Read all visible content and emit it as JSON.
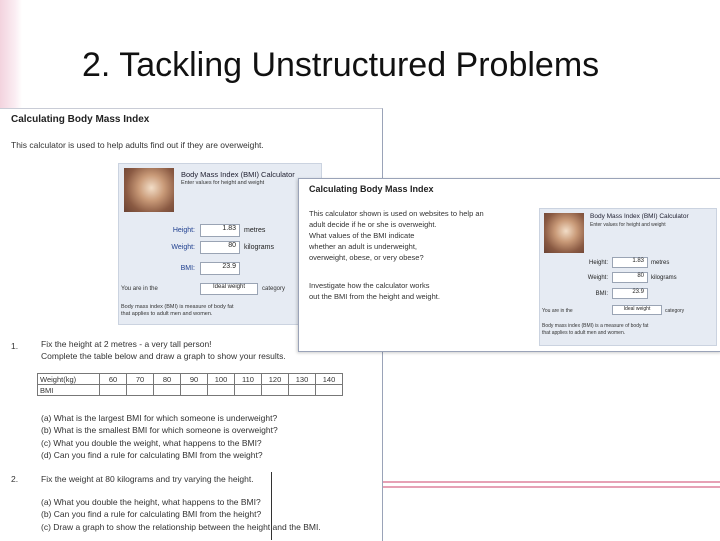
{
  "slide": {
    "title": "2. Tackling Unstructured Problems"
  },
  "worksheet": {
    "heading": "Calculating Body Mass Index",
    "intro": "This calculator is used to help adults find out if they are overweight.",
    "calculator": {
      "title": "Body Mass Index (BMI) Calculator",
      "subtitle": "Enter values for height and weight",
      "height_label": "Height:",
      "height_value": "1.83",
      "height_unit": "metres",
      "weight_label": "Weight:",
      "weight_value": "80",
      "weight_unit": "kilograms",
      "bmi_label": "BMI:",
      "bmi_value": "23.9",
      "category_prefix": "You are in the",
      "category_value": "Ideal weight",
      "category_suffix": "category",
      "note_line1": "Body mass index (BMI) is measure of body fat",
      "note_line2": "that applies to adult men and women."
    },
    "q1": {
      "number": "1.",
      "line1": "Fix the height at 2 metres - a very tall person!",
      "line2": "Complete the table below and draw a graph to show your results.",
      "table_header": "Weight(kg)",
      "table_weights": [
        "60",
        "70",
        "80",
        "90",
        "100",
        "110",
        "120",
        "130",
        "140"
      ],
      "table_row2": "BMI",
      "a": "(a) What is the largest BMI for which someone is underweight?",
      "b": "(b) What is the smallest BMI for which someone is overweight?",
      "c": "(c) What you double the weight, what happens to the BMI?",
      "d": "(d) Can you find a rule for calculating BMI from the weight?"
    },
    "q2": {
      "number": "2.",
      "line1": "Fix the weight at 80 kilograms and try varying the height.",
      "a": "(a) What you double the height, what happens to the BMI?",
      "b": "(b) Can you find a rule for calculating BMI from the height?",
      "c": "(c) Draw a graph to show the relationship between the height and the BMI."
    }
  },
  "card": {
    "heading": "Calculating Body Mass Index",
    "p1": [
      "This calculator shown is used on websites to help an",
      "adult decide if he or she is overweight.",
      "What values of the BMI indicate",
      "whether an adult is underweight,",
      "overweight, obese, or very obese?"
    ],
    "p2": [
      "Investigate how the calculator works",
      "out the BMI from the height and weight."
    ],
    "calculator": {
      "title": "Body Mass Index (BMI) Calculator",
      "subtitle": "Enter values for height and weight",
      "height_label": "Height:",
      "height_value": "1.83",
      "height_unit": "metres",
      "weight_label": "Weight:",
      "weight_value": "80",
      "weight_unit": "kilograms",
      "bmi_label": "BMI:",
      "bmi_value": "23.9",
      "category_prefix": "You are in the",
      "category_value": "Ideal weight",
      "category_suffix": "category",
      "note_line1": "Body mass index (BMI) is a measure of body fat",
      "note_line2": "that applies to adult men and women."
    }
  }
}
